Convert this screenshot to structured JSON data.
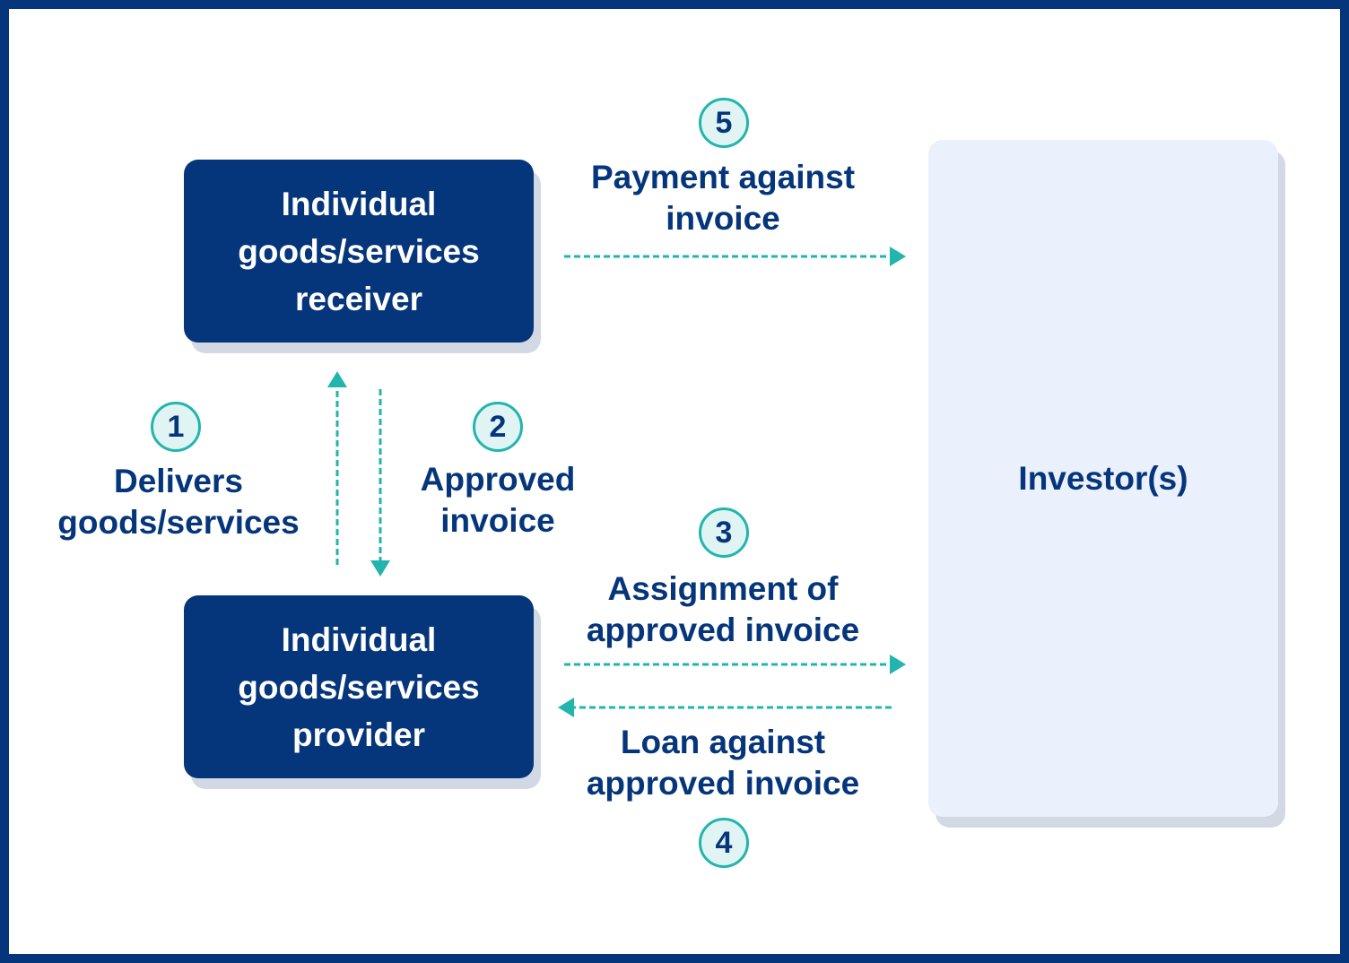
{
  "nodes": {
    "receiver": "Individual\ngoods/services\nreceiver",
    "provider": "Individual\ngoods/services\nprovider",
    "investor": "Investor(s)"
  },
  "steps": [
    {
      "number": "1",
      "label": "Delivers\ngoods/services"
    },
    {
      "number": "2",
      "label": "Approved\ninvoice"
    },
    {
      "number": "3",
      "label": "Assignment of\napproved invoice"
    },
    {
      "number": "4",
      "label": "Loan against\napproved invoice"
    },
    {
      "number": "5",
      "label": "Payment against\ninvoice"
    }
  ],
  "colors": {
    "navy": "#05357a",
    "teal": "#22b5ad",
    "investor_bg": "#eaf0fc"
  }
}
